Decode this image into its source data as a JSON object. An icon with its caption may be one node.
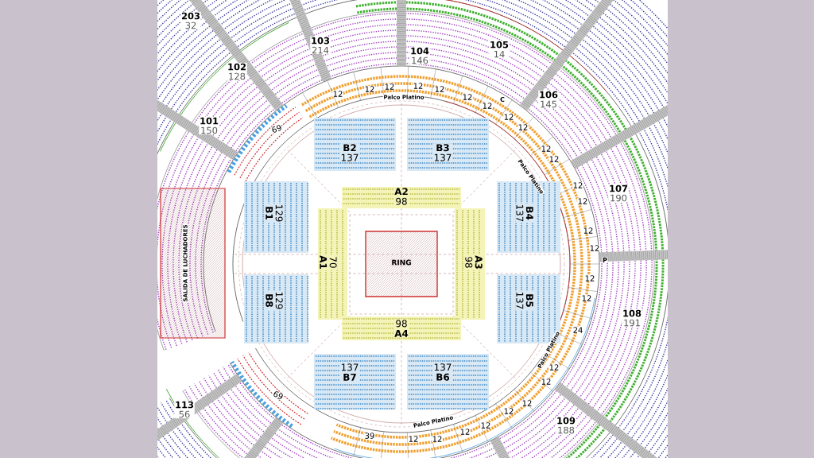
{
  "diagram": {
    "nodes": [
      {
        "text": [
          "RING"
        ]
      },
      {
        "text": [
          "70",
          "A1"
        ]
      },
      {
        "text": [
          "A2",
          "98"
        ]
      },
      {
        "text": [
          "A3",
          "98"
        ]
      },
      {
        "text": [
          "98",
          "A4"
        ]
      },
      {
        "text": [
          "129",
          "B1"
        ]
      },
      {
        "text": [
          "B2",
          "137"
        ]
      },
      {
        "text": [
          "B3",
          "137"
        ]
      },
      {
        "text": [
          "B4",
          "137"
        ]
      },
      {
        "text": [
          "B5",
          "137"
        ]
      },
      {
        "text": [
          "137",
          "B6"
        ]
      },
      {
        "text": [
          "137",
          "B7"
        ]
      },
      {
        "text": [
          "129",
          "B8"
        ]
      },
      {
        "text": [
          "SALIDA DE LUCHADORES"
        ]
      },
      {
        "text": [
          "203",
          "32"
        ]
      },
      {
        "text": [
          "102",
          "128"
        ]
      },
      {
        "text": [
          "103",
          "214"
        ]
      },
      {
        "text": [
          "104",
          "146"
        ]
      },
      {
        "text": [
          "105",
          "14"
        ]
      },
      {
        "text": [
          "106",
          "145"
        ]
      },
      {
        "text": [
          "101",
          "150"
        ]
      },
      {
        "text": [
          "107",
          "190"
        ]
      },
      {
        "text": [
          "108",
          "191"
        ]
      },
      {
        "text": [
          "113",
          "56"
        ]
      },
      {
        "text": [
          "109",
          "188"
        ]
      }
    ],
    "labels": [
      "12",
      "12",
      "12",
      "Palco Platino",
      "12",
      "12",
      "12",
      "12",
      "C",
      "12",
      "69",
      "12",
      "12",
      "Palco Platino",
      "12",
      "12",
      "12",
      "12",
      "12",
      "P",
      "12",
      "12",
      "24",
      "Palco Platino",
      "12",
      "12",
      "69",
      "39",
      "12",
      "Palco Platino",
      "12",
      "12",
      "12",
      "12",
      "12"
    ]
  }
}
